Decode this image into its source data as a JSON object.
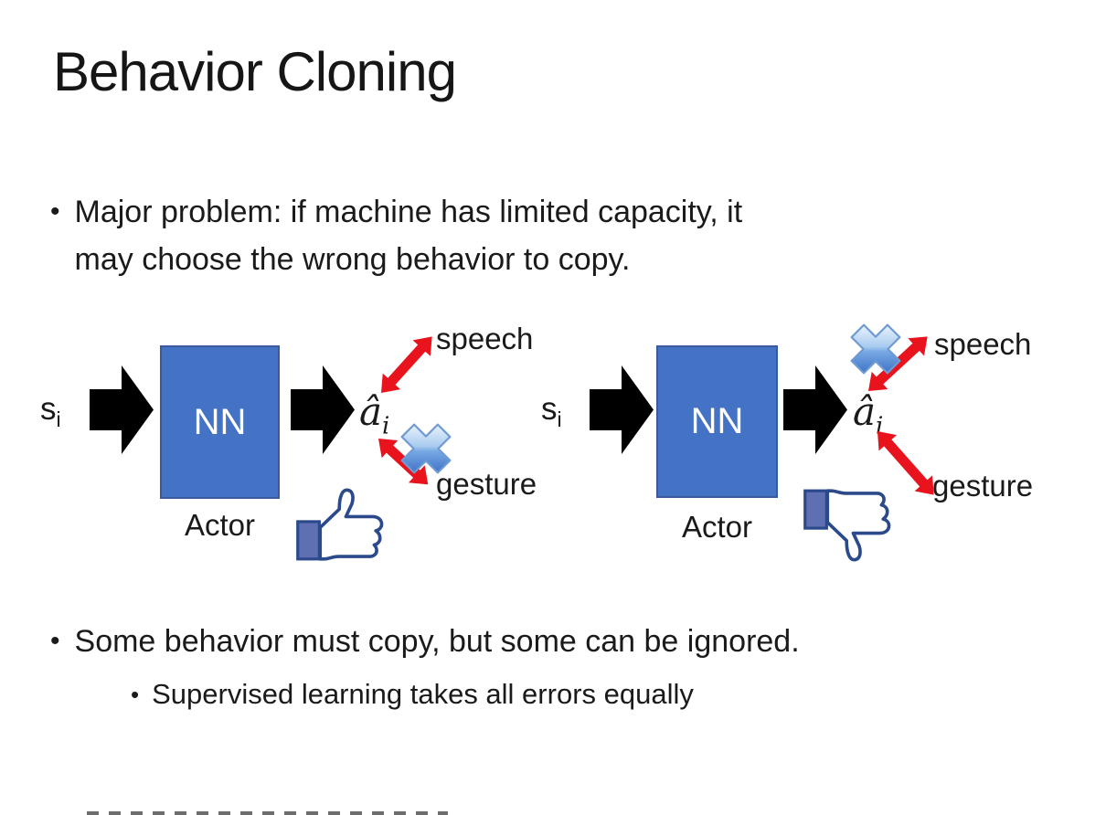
{
  "ui": {
    "bullet_char": "•"
  },
  "slide": {
    "title": "Behavior Cloning",
    "bullets": {
      "major_problem_line1": "Major problem: if machine has limited capacity, it",
      "major_problem_line2": "may choose the wrong behavior to copy.",
      "some_behavior": "Some behavior must copy, but some can be ignored.",
      "supervised": "Supervised learning takes all errors equally"
    }
  },
  "diagram": {
    "state_label": "s",
    "state_subscript": "i",
    "nn_label": "NN",
    "actor_label": "Actor",
    "action_label": "â",
    "action_subscript": "i",
    "speech_label": "speech",
    "gesture_label": "gesture",
    "left_feedback_icon": "thumbs-up-icon",
    "right_feedback_icon": "thumbs-down-icon",
    "crossout_icon": "cross-out-x-icon",
    "left_crossed_out": "gesture",
    "right_crossed_out": "speech"
  },
  "colors": {
    "background": "#FFFFFF",
    "text": "#1A1A1A",
    "nn_box_fill": "#4472C4",
    "nn_box_border": "#3A5A9E",
    "nn_text": "#FFFFFF",
    "block_arrow": "#000000",
    "red_arrow": "#E8131C",
    "x_icon_top": "#EAF3FC",
    "x_icon_bottom": "#3F72C8",
    "thumb_outline": "#2B4A8B",
    "thumb_cuff_fill": "#5E70B1",
    "thumb_hand_fill": "#FFFFFF"
  }
}
